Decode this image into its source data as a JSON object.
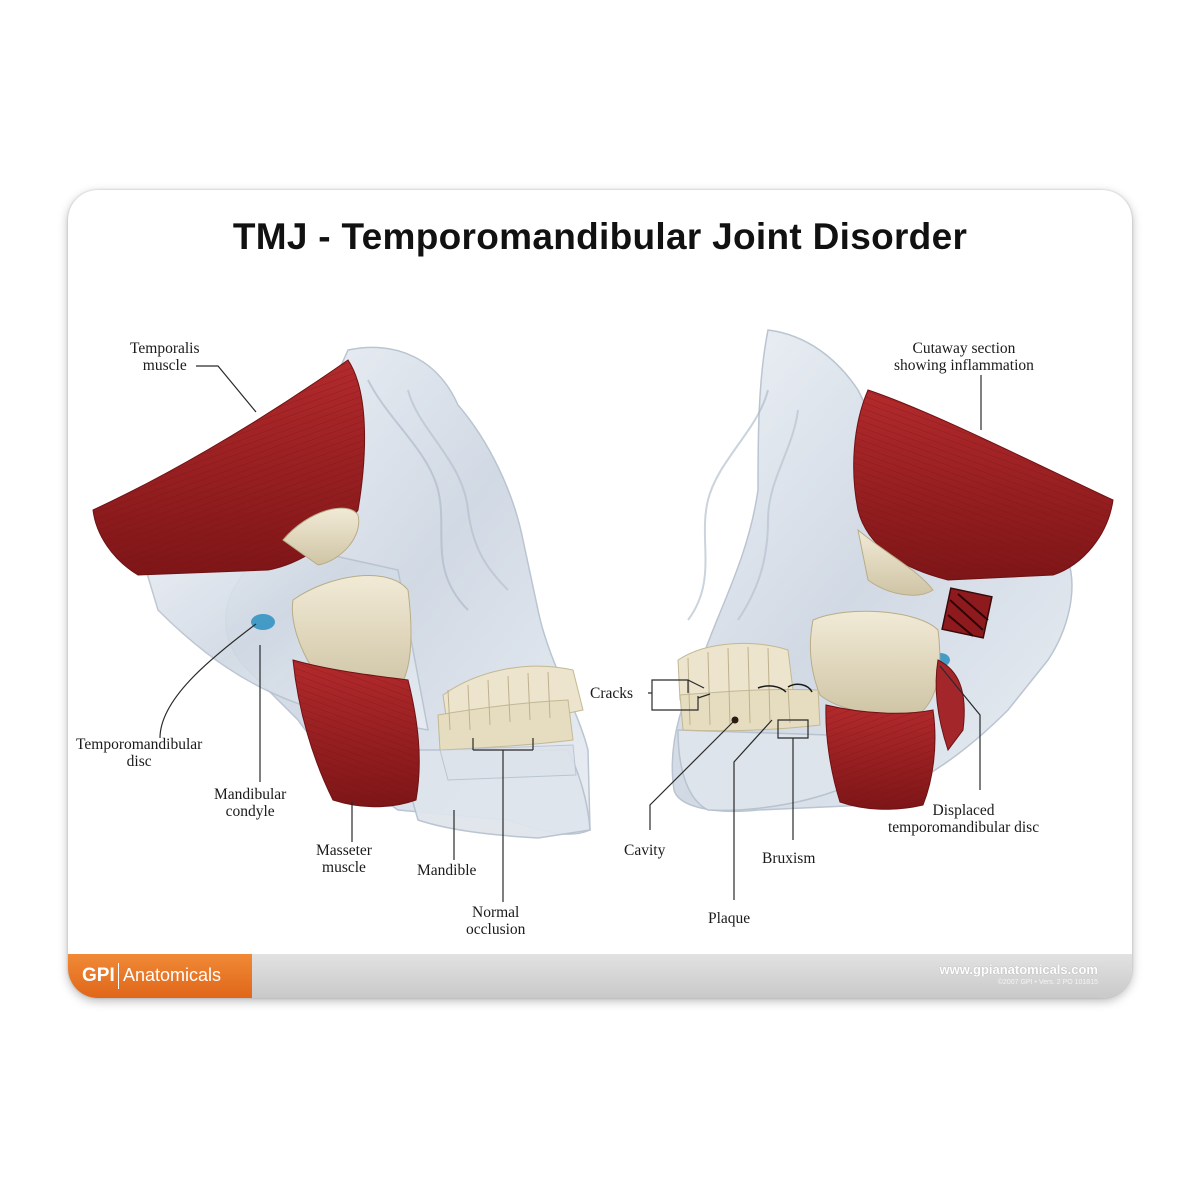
{
  "title": "TMJ - Temporomandibular Joint Disorder",
  "labels": {
    "temporalis_muscle": [
      "Temporalis",
      "muscle"
    ],
    "temporomandibular_disc": [
      "Temporomandibular",
      "disc"
    ],
    "mandibular_condyle": [
      "Mandibular",
      "condyle"
    ],
    "masseter_muscle": [
      "Masseter",
      "muscle"
    ],
    "mandible": [
      "Mandible"
    ],
    "normal_occlusion": [
      "Normal",
      "occlusion"
    ],
    "cutaway_section": [
      "Cutaway section",
      "showing inflammation"
    ],
    "cracks": [
      "Cracks"
    ],
    "cavity": [
      "Cavity"
    ],
    "plaque": [
      "Plaque"
    ],
    "bruxism": [
      "Bruxism"
    ],
    "displaced_disc": [
      "Displaced",
      "temporomandibular disc"
    ]
  },
  "footer": {
    "brand_gpi": "GPI",
    "brand_name": "Anatomicals",
    "website": "www.gpianatomicals.com",
    "copyright": "©2007 GPI • Vers. 2 PO 101815"
  },
  "colors": {
    "muscle_red": "#9b1c1f",
    "bone_cream": "#e6ddc4",
    "clear_skull": "#d4dce6",
    "brand_orange": "#e8731f",
    "footer_gray": "#d0d0d0"
  }
}
